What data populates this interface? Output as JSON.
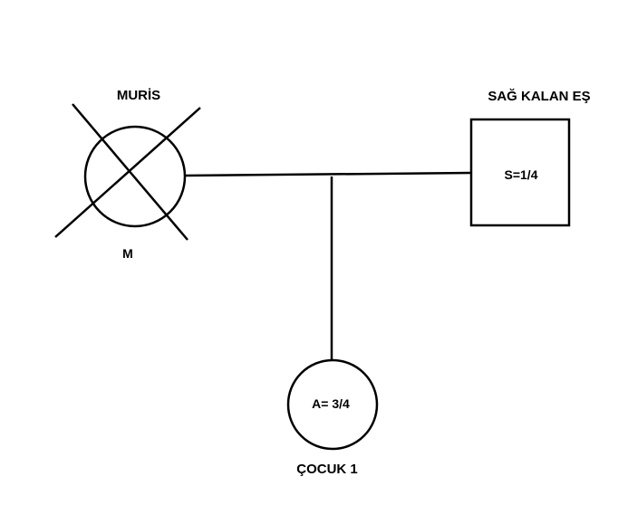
{
  "deceased": {
    "title": "MURİS",
    "symbol": "M"
  },
  "spouse": {
    "title": "SAĞ KALAN EŞ",
    "share": "S=1/4"
  },
  "child": {
    "title": "ÇOCUK 1",
    "share": "A= 3/4"
  }
}
